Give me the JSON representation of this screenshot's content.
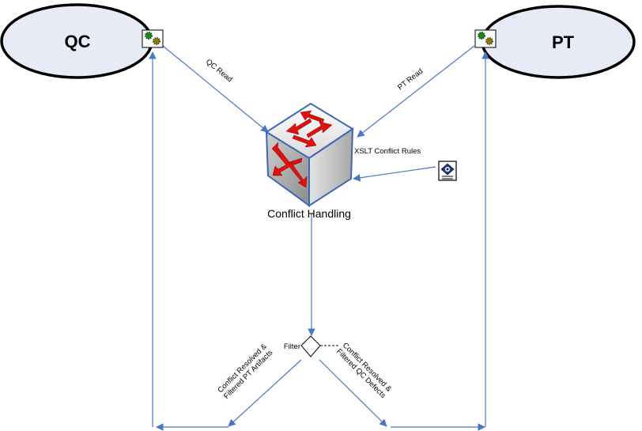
{
  "nodes": {
    "qc": {
      "label": "QC"
    },
    "pt": {
      "label": "PT"
    },
    "switch": {
      "label": "Conflict Handling"
    },
    "filter": {
      "label": "Filter"
    }
  },
  "edges": {
    "qc_read": "QC Read",
    "pt_read": "PT Read",
    "xslt_rules": "XSLT Conflict Rules",
    "to_pt_line1": "Conflict Resolved &",
    "to_pt_line2": "Filtered PT Artifacts",
    "to_qc_line1": "Conflict Resolved &",
    "to_qc_line2": "Filtered QC Defects"
  },
  "icons": {
    "qc_connector": "gears-icon",
    "pt_connector": "gears-icon",
    "xslt_document": "eye-document-icon",
    "switch_device": "network-switch-icon"
  },
  "colors": {
    "ellipse_fill": "#e8ebf6",
    "connector_line": "#4a78c0",
    "switch_arrow": "#e01010",
    "switch_edge": "#3f67b3"
  }
}
